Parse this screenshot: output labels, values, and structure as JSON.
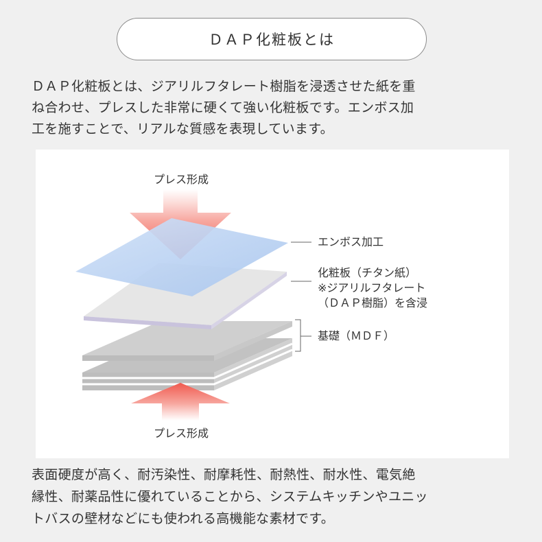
{
  "title": "ＤＡＰ化粧板とは",
  "intro_lines": [
    "ＤＡＰ化粧板とは、ジアリルフタレート樹脂を浸透させた紙を重",
    "ね合わせ、プレスした非常に硬くて強い化粧板です。エンボス加",
    "工を施すことで、リアルな質感を表現しています。"
  ],
  "diagram": {
    "press_top": "プレス形成",
    "press_bottom": "プレス形成",
    "layer_emboss": "エンボス加工",
    "layer_paper": "化粧板（チタン紙）",
    "layer_paper_note1": "※ジアリルフタレート",
    "layer_paper_note2": "（ＤＡＰ樹脂）を含浸",
    "layer_base": "基礎（ＭＤＦ）"
  },
  "colors": {
    "arrow": "#f05a4f",
    "emboss": "#b9d3f2",
    "paper": "#e4e4e4",
    "base": "#cfcfcf"
  },
  "outro_lines": [
    "表面硬度が高く、耐汚染性、耐摩耗性、耐熱性、耐水性、電気絶",
    "縁性、耐薬品性に優れていることから、システムキッチンやユニッ",
    "トバスの壁材などにも使われる高機能な素材です。"
  ]
}
